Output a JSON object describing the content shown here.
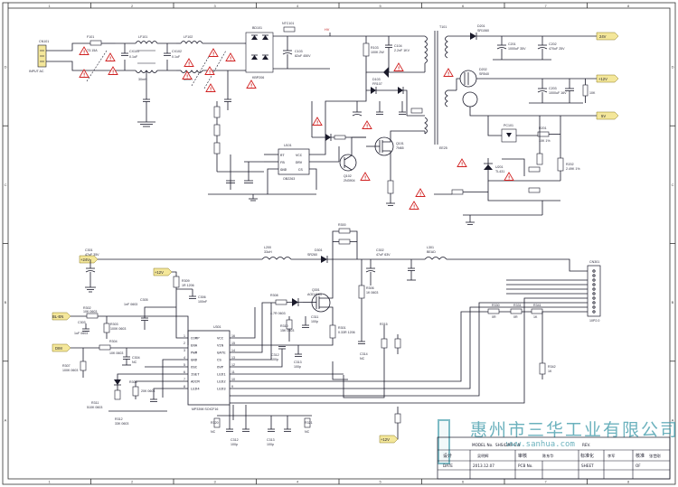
{
  "colors": {
    "wire": "#1a1a2a",
    "warning": "#d02020",
    "net_flag": "#f4e79a",
    "watermark": "#3a98a8"
  },
  "grid": {
    "cols": [
      "1",
      "2",
      "3",
      "4",
      "5",
      "6",
      "7",
      "8"
    ],
    "rows": [
      "D",
      "C",
      "B",
      "A"
    ]
  },
  "input_connector": {
    "ref": "CN101",
    "label": "INPUT AC"
  },
  "components": {
    "fuse": {
      "ref": "F101",
      "value": "T3.15A"
    },
    "lf1": {
      "ref": "LF101",
      "value": "30mH"
    },
    "lf2": {
      "ref": "LF102",
      "value": "30mH"
    },
    "cx1": {
      "ref": "CX101",
      "value": "0.1uF"
    },
    "cx2": {
      "ref": "CX102",
      "value": "0.1uF"
    },
    "bridge": {
      "ref": "BD101",
      "value": "KBP206"
    },
    "ntc": {
      "ref": "NTC101",
      "value": "5D-9"
    },
    "cbulk": {
      "ref": "C103",
      "value": "82uF 450V"
    },
    "r103": {
      "ref": "R103",
      "value": "100K 2W"
    },
    "d103": {
      "ref": "D103",
      "value": "FR107"
    },
    "c104": {
      "ref": "C104",
      "value": "2.2nF 1KV"
    },
    "transformer": {
      "ref": "T101",
      "value": "EE25"
    },
    "pwm_ic": {
      "ref": "U101",
      "value": "OB2263"
    },
    "q101": {
      "ref": "Q101",
      "value": "7N65"
    },
    "q102": {
      "ref": "Q102",
      "value": "2N3904"
    },
    "d201": {
      "ref": "D201",
      "value": "SR1060"
    },
    "c201": {
      "ref": "C201",
      "value": "1000uF 35V"
    },
    "c202": {
      "ref": "C202",
      "value": "470uF 25V"
    },
    "d202": {
      "ref": "D202",
      "value": "SR540"
    },
    "c203": {
      "ref": "C203",
      "value": "1000uF 16V"
    },
    "pc101": {
      "ref": "PC101",
      "value": "PC817"
    },
    "u201": {
      "ref": "U201",
      "value": "TL431"
    },
    "r201": {
      "ref": "R201",
      "value": "10K 1%"
    },
    "r202": {
      "ref": "R202",
      "value": "2.49K 1%"
    },
    "l200": {
      "ref": "L200",
      "value": "33uH"
    },
    "d301": {
      "ref": "D301",
      "value": "SR260"
    },
    "q301": {
      "ref": "Q301",
      "value": "AOD4184"
    },
    "c301": {
      "ref": "C301",
      "value": "47uF 35V"
    },
    "c302": {
      "ref": "C302",
      "value": "47uF 63V"
    },
    "r301": {
      "ref": "R301",
      "value": "0.33R 1206"
    },
    "r302": {
      "ref": "R302",
      "value": "10K 0603"
    },
    "r303": {
      "ref": "R303",
      "value": "100K 0603"
    },
    "r304": {
      "ref": "R304",
      "value": "10K 0603"
    },
    "c303": {
      "ref": "C303",
      "value": "1uF 0603"
    },
    "c304": {
      "ref": "C304",
      "value": "NC"
    },
    "c305": {
      "ref": "C305",
      "value": "1nF 0603"
    },
    "r305": {
      "ref": "R305",
      "value": "20K 0603"
    },
    "r306": {
      "ref": "R306",
      "value": "1K 0603"
    },
    "r307": {
      "ref": "R307",
      "value": "100K 0603"
    },
    "c306": {
      "ref": "C306",
      "value": "100nF"
    },
    "r308": {
      "ref": "R308",
      "value": "4.7R 0603"
    },
    "r309": {
      "ref": "R309",
      "value": "1R 1206"
    },
    "r310": {
      "ref": "R310",
      "value": "15K 0603"
    },
    "r311": {
      "ref": "R311",
      "value": "510K 0603"
    },
    "r312": {
      "ref": "R312",
      "value": "33K 0603"
    },
    "c311": {
      "ref": "C311",
      "value": "100p"
    },
    "c312": {
      "ref": "C312",
      "value": "100p"
    },
    "c313": {
      "ref": "C313",
      "value": "100p"
    },
    "c314": {
      "ref": "C314",
      "value": "NC"
    },
    "r320": {
      "ref": "R320",
      "value": "NC"
    },
    "r321": {
      "ref": "R321",
      "value": "NC"
    },
    "r330": {
      "ref": "R330",
      "value": "0R"
    },
    "r331": {
      "ref": "R331",
      "value": "0R"
    },
    "r341": {
      "ref": "R341",
      "value": "1K"
    },
    "r342": {
      "ref": "R342",
      "value": "1K"
    },
    "l301": {
      "ref": "L301",
      "value": "BEAD"
    },
    "cn301": {
      "ref": "CN301",
      "value": "10P2.0"
    }
  },
  "led_ic": {
    "ref": "U301",
    "part": "MP3398 SOICF16",
    "left_pins": [
      "COMP",
      "ENA",
      "PWM",
      "GND",
      "OSC",
      "ISET",
      "ADIM",
      "LED4"
    ],
    "right_pins": [
      "VCC",
      "VIN",
      "GATE",
      "CS",
      "OVP",
      "LED1",
      "LED2",
      "LED3"
    ],
    "left_nums": [
      "1",
      "2",
      "3",
      "4",
      "5",
      "6",
      "7",
      "8"
    ],
    "right_nums": [
      "16",
      "15",
      "14",
      "13",
      "12",
      "11",
      "10",
      "9"
    ]
  },
  "pwm_pins": {
    "left": [
      "RT",
      "FB",
      "GND"
    ],
    "right": [
      "VCC",
      "DRV",
      "CS"
    ]
  },
  "net_labels": {
    "v24_top": "24V",
    "v12_mid": "+12V",
    "v5_right": "5V",
    "v24_left": "+24V",
    "v12_left": "+12V",
    "en_left": "BL-EN",
    "dim_left": "DIM",
    "v12_bottom": "+12V"
  },
  "connector_pins": [
    "1",
    "2",
    "3",
    "4",
    "5",
    "6",
    "7",
    "8",
    "9",
    "10"
  ],
  "watermark": {
    "text": "惠州市三华工业有限公司",
    "url": "www.sanhua.com"
  },
  "title_block": {
    "company": "惠州市三华工业有限公司",
    "model_label": "MODEL No.",
    "model_value": "SHS42RF-1.0",
    "rev_label": "REV.",
    "drawn_label": "设计",
    "drawn_name": "吴明辉",
    "check_label": "审核",
    "check_name": "陈东华",
    "std_label": "标准化",
    "std_name": "李军",
    "approve_label": "核准",
    "approve_name": "张世刚",
    "date_label": "DATE",
    "date_value": "2013.12.07",
    "pcb_label": "PCB No.",
    "sheet_label": "SHEET",
    "of_label": "OF"
  }
}
